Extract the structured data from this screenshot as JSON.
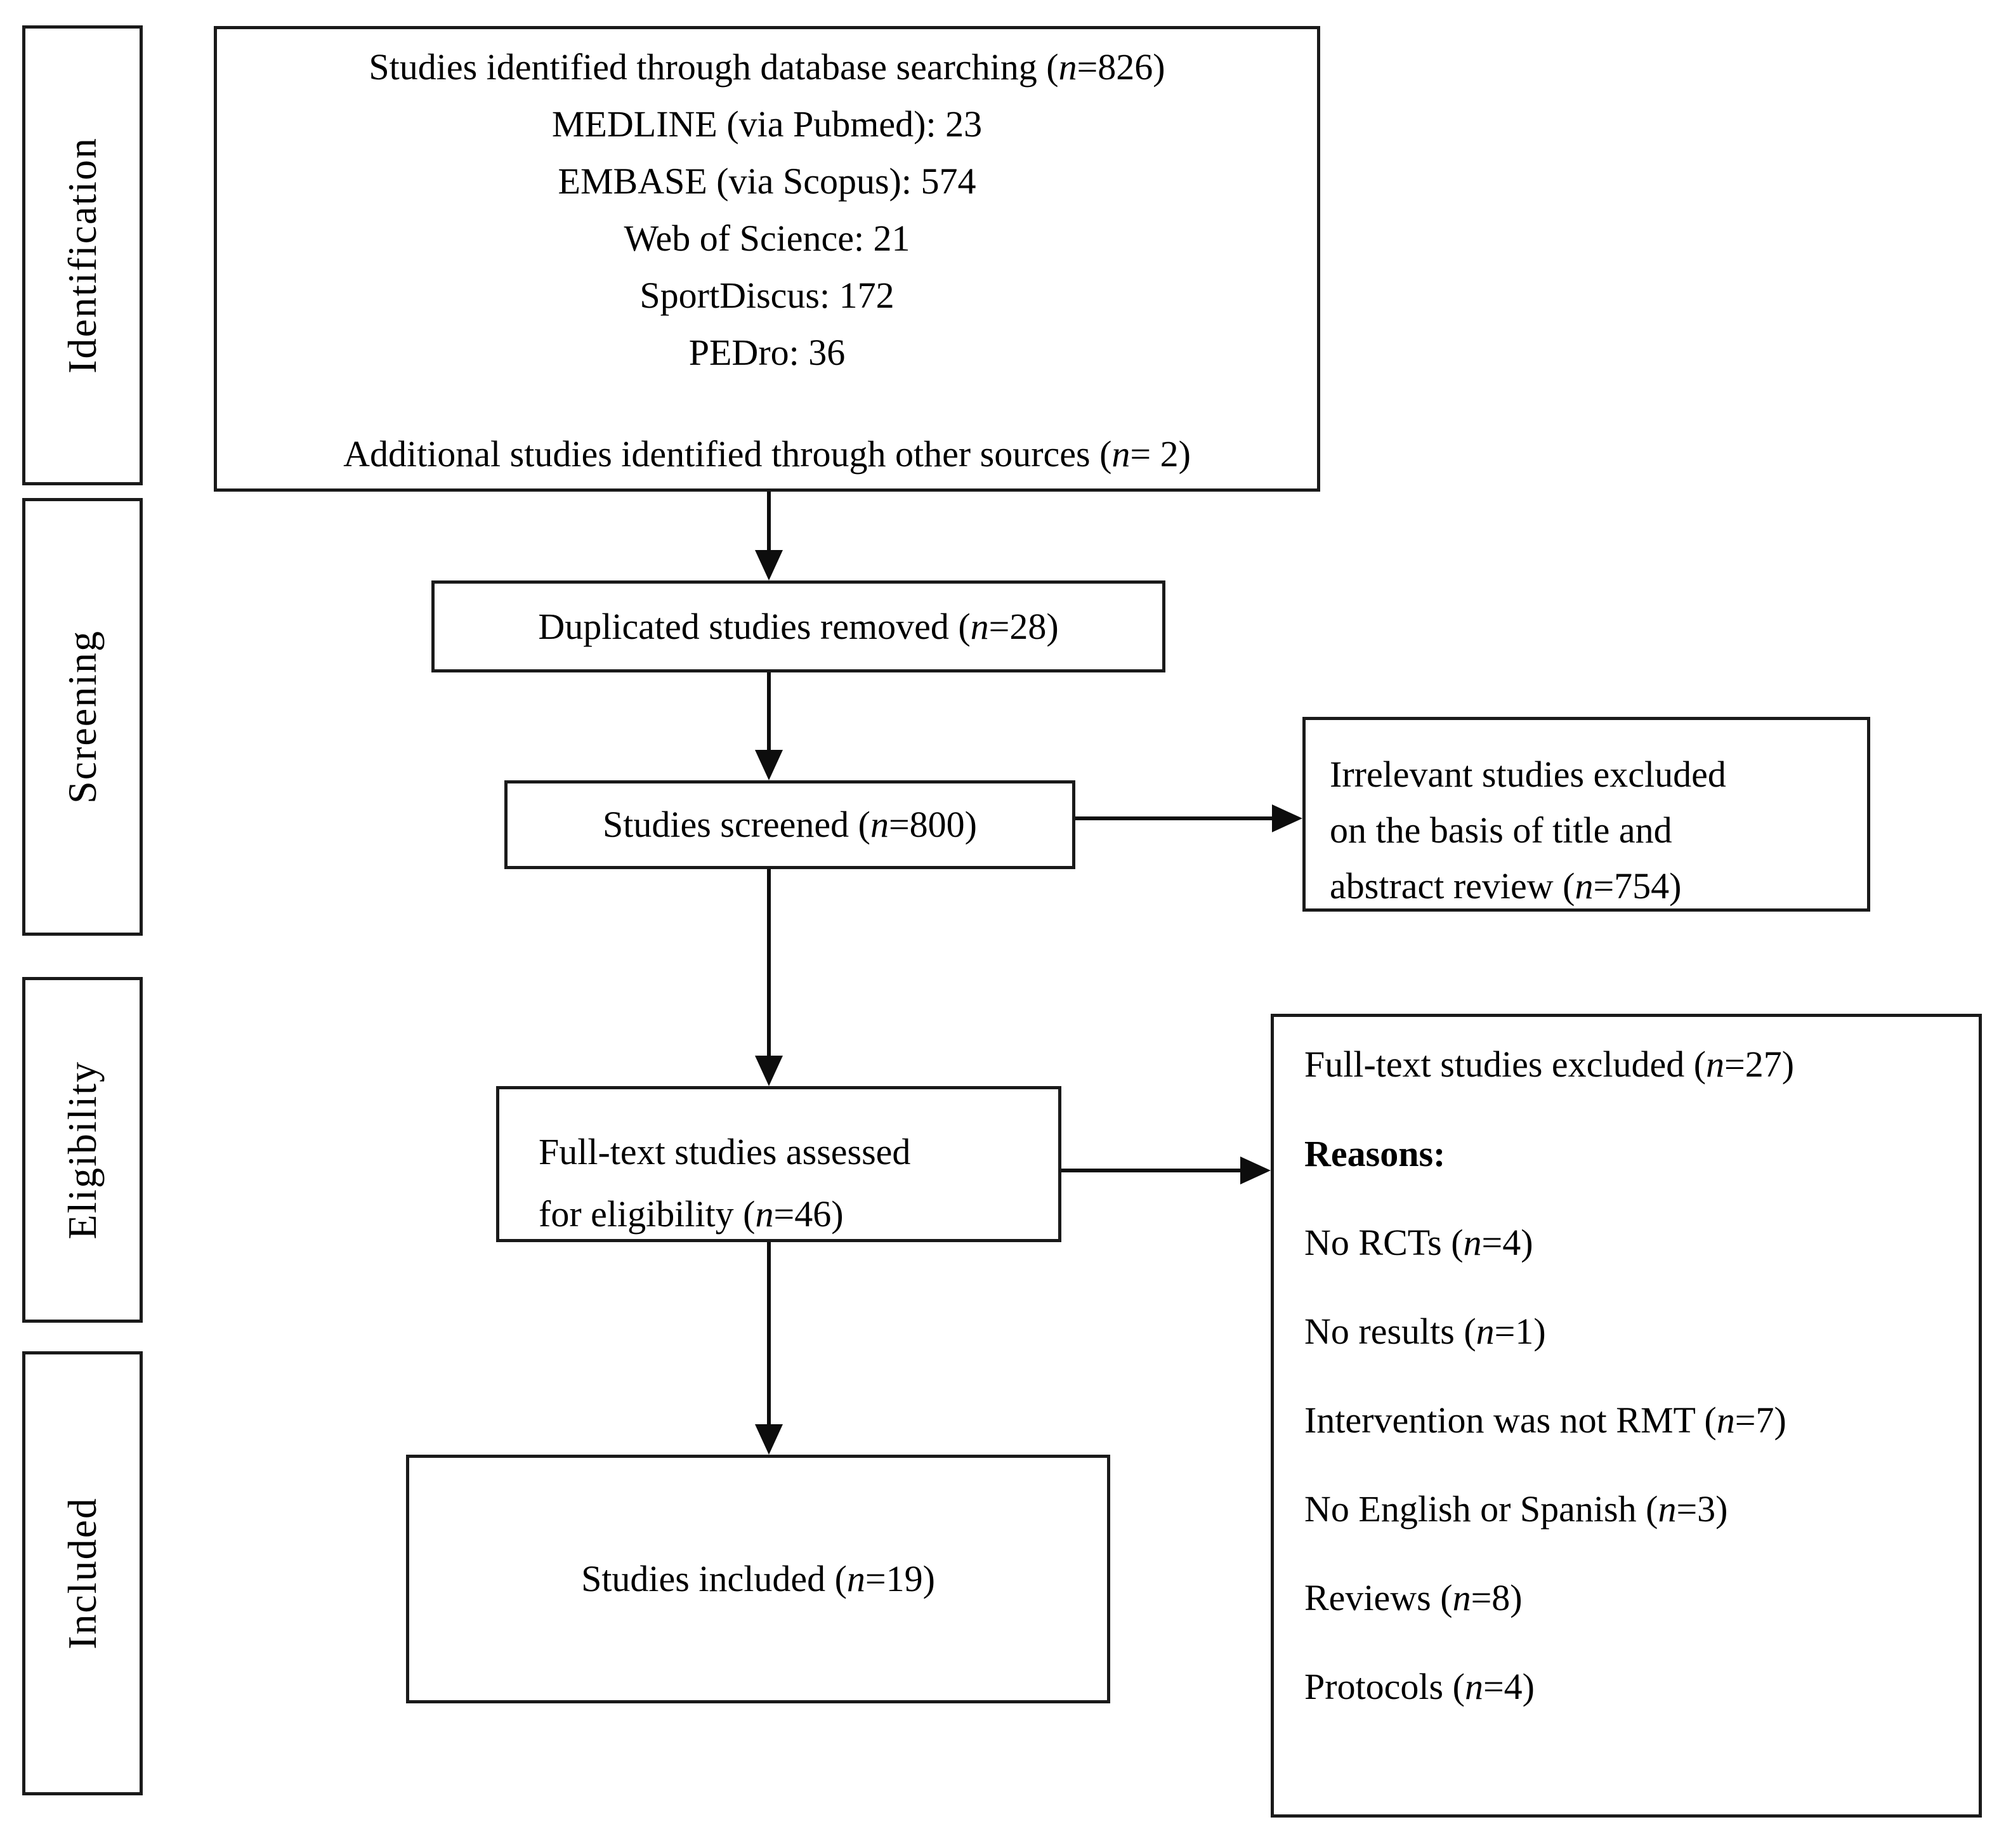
{
  "figure": {
    "type": "PRISMA flow diagram of study selection"
  },
  "stages": [
    {
      "label": "Identification"
    },
    {
      "label": "Screening"
    },
    {
      "label": "Eligibility"
    },
    {
      "label": "Included"
    }
  ],
  "boxes": {
    "identification_sources": {
      "lines": [
        "Studies identified through database searching (n=826)",
        "MEDLINE (via Pubmed): 23",
        "EMBASE (via Scopus): 574",
        "Web of Science: 21",
        "SportDiscus: 172",
        "PEDro: 36",
        "Additional studies identified through other sources (n= 2)"
      ]
    },
    "duplicates_removed": {
      "text": "Duplicated studies removed (n=28)"
    },
    "studies_screened": {
      "text": "Studies screened (n=800)"
    },
    "irrelevant_excluded": {
      "lines": [
        "Irrelevant studies excluded",
        "on the basis of title and",
        "abstract review (n=754)"
      ]
    },
    "fulltext_assessed": {
      "lines": [
        "Full-text studies assessed",
        "for eligibility (n=46)"
      ]
    },
    "fulltext_excluded": {
      "title": "Full-text studies excluded (n=27)",
      "reasons_heading": "Reasons:",
      "reasons": [
        "No RCTs (n=4)",
        "No results (n=1)",
        "Intervention was not RMT (n=7)",
        "No English or Spanish (n=3)",
        "Reviews (n=8)",
        "Protocols (n=4)"
      ]
    },
    "studies_included": {
      "text": "Studies included (n=19)"
    }
  }
}
